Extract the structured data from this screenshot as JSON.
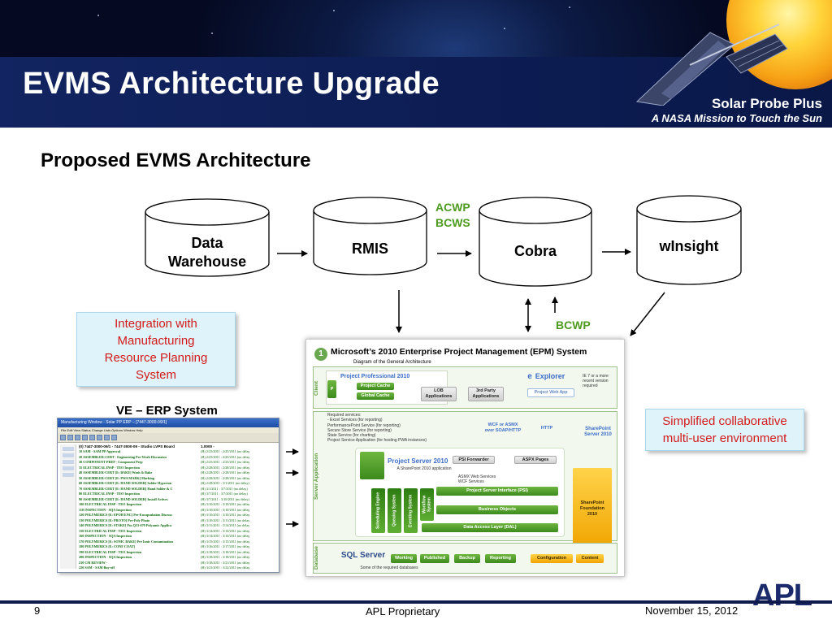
{
  "header": {
    "title": "EVMS Architecture Upgrade",
    "mission_name": "Solar Probe Plus",
    "mission_tagline": "A NASA Mission to Touch the Sun"
  },
  "subtitle": "Proposed EVMS Architecture",
  "databases": {
    "data_warehouse": [
      "Data",
      "Warehouse"
    ],
    "rmis": "RMIS",
    "cobra": "Cobra",
    "winsight": "wInsight"
  },
  "flows": {
    "acwp": "ACWP",
    "bcws": "BCWS",
    "bcwp": "BCWP"
  },
  "callouts": {
    "integration": [
      "Integration with",
      "Manufacturing",
      "Resource Planning",
      "System"
    ],
    "simplified": [
      "Simplified collaborative",
      "multi-user environment"
    ]
  },
  "erp": {
    "caption": "VE – ERP System",
    "window_title": "Manufacturing Window - Solar PP ERP – [7447-3000-09/1]",
    "menu": "File  Edit  View  Status Change  Lists  Options  Window  Help",
    "header": [
      "(0) 7447-3000-09/1 - 7447-3000-09 - Studio LVPS Board",
      "1.0000 -"
    ],
    "rows": [
      [
        "10 SAM - SAM PP Approval",
        "(H) 2/25/2011 : 2/25/2011 (no delay)"
      ],
      [
        "20 ASSEMBLER-CERT - Engineering Pre-Work Discussion",
        "(H) 2/25/2011 : 2/25/2011 (no delay)"
      ],
      [
        "30 COMPONENT PREP - Component Prep",
        "(H) 2/25/2011 : 2/25/2011 (no delay)"
      ],
      [
        "35 ELECTRICAL INSP - TEO Inspection",
        "(H) 2/28/2011 : 2/28/2011 (no delay)"
      ],
      [
        "40 ASSEMBLER-CERT [E: BAKE] Wash & Bake",
        "(H) 2/28/2011 : 2/28/2011 (no delay)"
      ],
      [
        "50 ASSEMBLER-CERT [E: PWA MARK] Marking",
        "(H) 2/28/2011 : 2/28/2011 (no delay)"
      ],
      [
        "60 ASSEMBLER-CERT [E: HAND SOLDER] Solder Hyperton",
        "(H) 2/28/2011 : 3/1/2011 (no delay)"
      ],
      [
        "70 ASSEMBLER-CERT [E: HAND SOLDER] Hand Solder & C",
        "(H) 3/1/2011 : 3/7/2011 (no delay)"
      ],
      [
        "80 ELECTRICAL INSP - TEO Inspection",
        "(H) 3/7/2011 : 3/7/2011 (no delay)"
      ],
      [
        "90 ASSEMBLER-CERT [E: HAND SOLDER] Install Actives",
        "(H) 3/7/2011 : 3/10/2011 (no delay)"
      ],
      [
        "100 ELECTRICAL INSP - TEO Inspection",
        "(H) 3/10/2011 : 3/10/2011 (no delay)"
      ],
      [
        "110 INSPECTION - SQA Inspection",
        "(H) 3/10/2011 : 3/10/2011 (no delay)"
      ],
      [
        "120 POLYMERICS [E: EPOH ENC] Pre-Encapsulation Discuss",
        "(H) 3/10/2011 : 3/10/2011 (no delay)"
      ],
      [
        "130 POLYMERICS [E: PROTO] Pre-Poly Photo",
        "(H) 3/10/2011 : 3/11/2011 (no delay)"
      ],
      [
        "140 POLYMERICS [E: STAKE] Pos Q53-670 Polyamic Applica",
        "(H) 3/11/2011 : 3/14/2011 (no delay)"
      ],
      [
        "150 ELECTRICAL INSP - TEO Inspection",
        "(H) 3/14/2011 : 3/14/2011 (no delay)"
      ],
      [
        "160 INSPECTION - SQA Inspection",
        "(H) 3/14/2011 : 3/14/2011 (no delay)"
      ],
      [
        "170 POLYMERICS [E: SONIC BAKE] Pre Ionic Contamination",
        "(H) 3/15/2011 : 3/15/2011 (no delay)"
      ],
      [
        "180 POLYMERICS [E: CONF COAT]",
        "(H) 3/16/2011 : 3/17/2011 (no delay)"
      ],
      [
        "190 ELECTRICAL INSP - TEO Inspection",
        "(H) 3/18/2011 : 3/18/2011 (no delay)"
      ],
      [
        "200 INSPECTION - SQA Inspection",
        "(H) 3/18/2011 : 3/18/2011 (no delay)"
      ],
      [
        "210 CM REVIEW -",
        "(H) 3/18/2011 : 3/21/2011 (no delay)"
      ],
      [
        "220 SAM - SAM Buy-off",
        "(H) 3/21/2011 : 3/22/2011 (no delay)"
      ]
    ]
  },
  "epm": {
    "badge": "1",
    "title": "Microsoft’s 2010 Enterprise Project Management (EPM) System",
    "subtitle": "Diagram of the General Architecture",
    "bands": {
      "client": "Client",
      "server": "Server Application",
      "database": "Database"
    },
    "project_professional": "Project Professional 2010",
    "project_cache": "Project Cache",
    "global_cache": "Global Cache",
    "lob": [
      "LOB",
      "Applications"
    ],
    "third_party": [
      "3rd Party",
      "Applications"
    ],
    "explorer": "Explorer",
    "explorer_note": [
      "IE 7 or a more",
      "recent version",
      "required"
    ],
    "project_web_app": "Project Web App",
    "required_services": [
      "Required services:",
      "- Excel Services (for reporting)",
      "PerformancePoint Service (for reporting)",
      "Secure Store Service (for reporting)",
      "State Service (for charting)",
      "Project Service Application (for hosting PWA instances)"
    ],
    "wcf_asmx": [
      "WCF or ASMX",
      "over SOAP/HTTP"
    ],
    "http": "HTTP",
    "sharepoint_server": "SharePoint Server 2010",
    "psi_forwarder": "PSI Forwarder",
    "aspx_pages": "ASPX Pages",
    "project_server": "Project Server 2010",
    "project_server_note": "A SharePoint 2010 application",
    "asmx_services": [
      "ASMX Web Services",
      "WCF Services"
    ],
    "psi": "Project Server Interface (PSI)",
    "business_objects": "Business Objects",
    "dal": "Data Access Layer (DAL)",
    "engines": [
      "Scheduling Engine",
      "Queuing System",
      "Eventing System",
      "Workflow System"
    ],
    "sharepoint_foundation": [
      "SharePoint",
      "Foundation",
      "2010"
    ],
    "sql_server": "SQL Server",
    "databases": [
      "Working",
      "Published",
      "Backup",
      "Reporting"
    ],
    "config_dbs": [
      "Configuration",
      "Content"
    ],
    "db_note": "Some of the required databases"
  },
  "footer": {
    "page": "9",
    "proprietary": "APL Proprietary",
    "date": "November 15, 2012",
    "logo": "APL"
  },
  "colors": {
    "banner": "#0d1d54",
    "flow_green": "#4c9b1f",
    "callout_text": "#d21a1a",
    "callout_bg": "#dff3fb",
    "logo_blue": "#1b2a6b"
  }
}
